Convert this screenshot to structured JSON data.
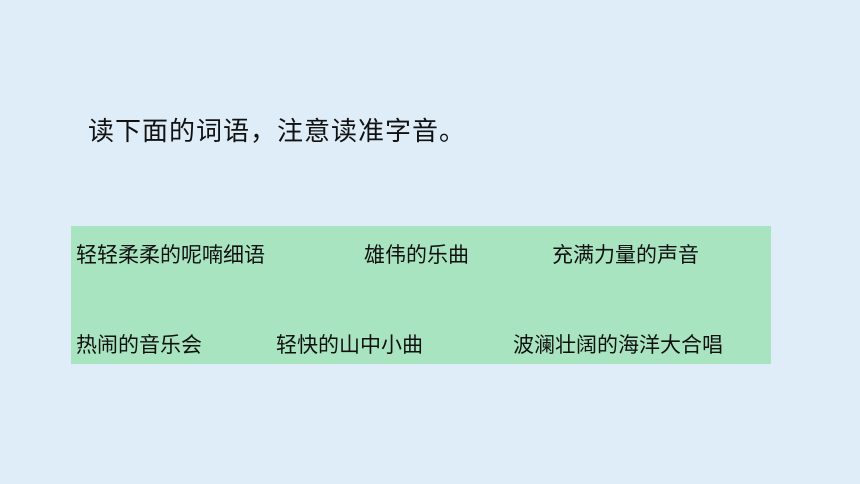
{
  "instruction": "读下面的词语，注意读准字音。",
  "phrases": [
    "轻轻柔柔的呢喃细语",
    "雄伟的乐曲",
    "充满力量的声音",
    "热闹的音乐会",
    "轻快的山中小曲",
    "波澜壮阔的海洋大合唱"
  ]
}
